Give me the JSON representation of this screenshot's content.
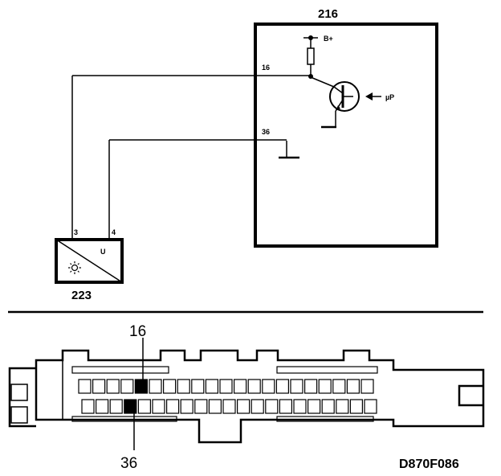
{
  "ecu": {
    "id": "216",
    "pin_16": "16",
    "pin_36": "36",
    "supply": "B+",
    "input": "µP"
  },
  "sensor": {
    "id": "223",
    "pin_3": "3",
    "pin_4": "4",
    "symbol": "U"
  },
  "connector": {
    "top_pin": "16",
    "bottom_pin": "36"
  },
  "figure_code": "D870F086"
}
